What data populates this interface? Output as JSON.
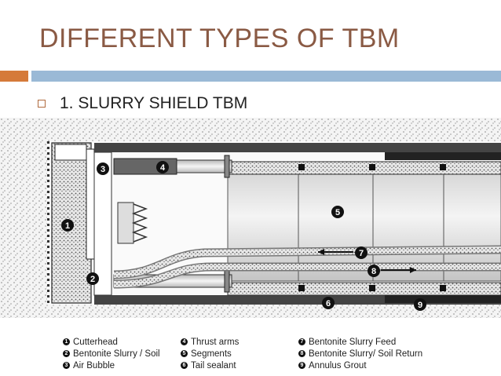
{
  "slide": {
    "title": "DIFFERENT TYPES OF TBM",
    "bullet": "1. SLURRY SHIELD TBM"
  },
  "colors": {
    "title": "#8a5a44",
    "accent_orange": "#d57a3a",
    "accent_blue": "#9ab9d6"
  },
  "diagram": {
    "markers": [
      "1",
      "2",
      "3",
      "4",
      "5",
      "6",
      "7",
      "8",
      "9"
    ]
  },
  "legend": [
    {
      "num": "1",
      "label": "Cutterhead"
    },
    {
      "num": "2",
      "label": "Bentonite Slurry / Soil"
    },
    {
      "num": "3",
      "label": "Air Bubble"
    },
    {
      "num": "4",
      "label": "Thrust arms"
    },
    {
      "num": "5",
      "label": "Segments"
    },
    {
      "num": "6",
      "label": "Tail sealant"
    },
    {
      "num": "7",
      "label": "Bentonite Slurry Feed"
    },
    {
      "num": "8",
      "label": "Bentonite Slurry/ Soil Return"
    },
    {
      "num": "9",
      "label": "Annulus Grout"
    }
  ]
}
